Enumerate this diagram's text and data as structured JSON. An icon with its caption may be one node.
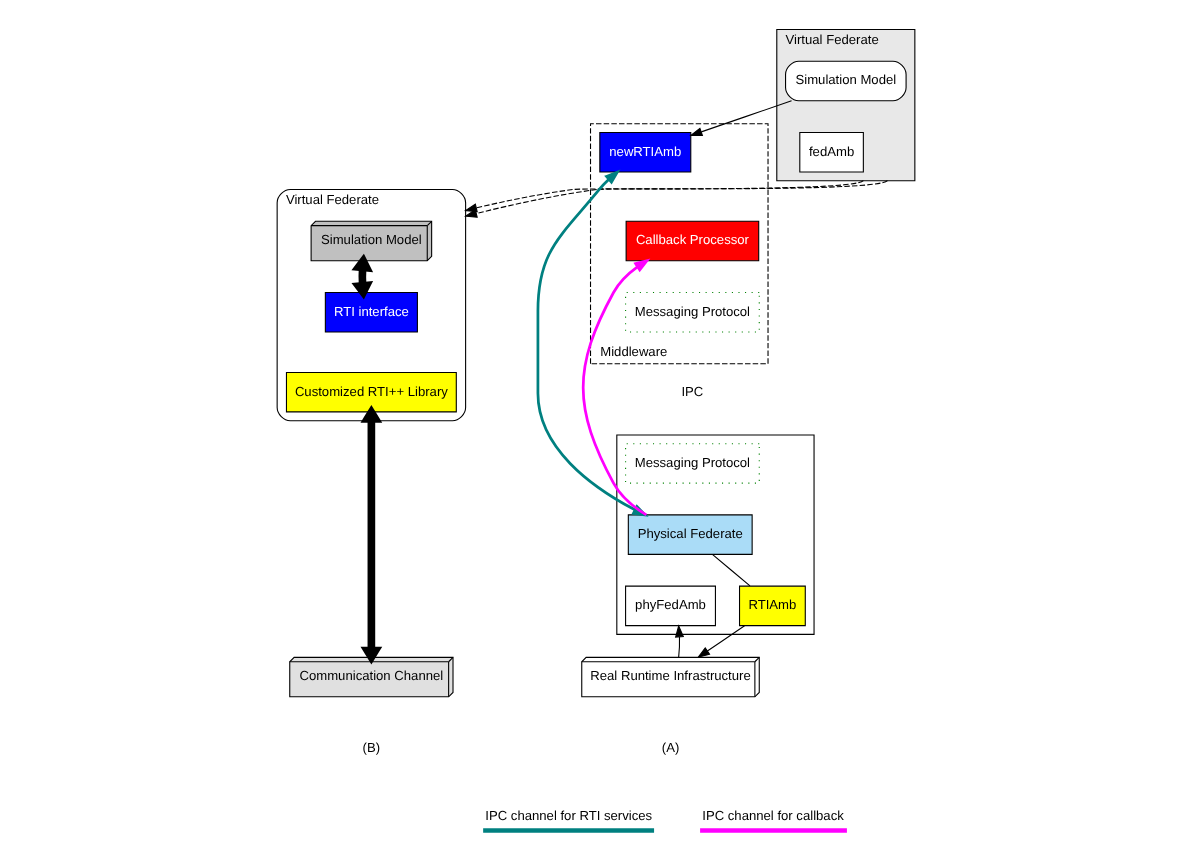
{
  "diagram": {
    "nodes": [
      {
        "text": [
          "Virtual Federate"
        ]
      },
      {
        "text": [
          "Simulation Model"
        ],
        "in": 0
      },
      {
        "text": [
          "Middleware"
        ]
      },
      {
        "text": [
          "fedAmb"
        ],
        "in": 0
      },
      {
        "text": [
          "newRTIAmb"
        ],
        "in": 2
      },
      {
        "text": [
          "Callback Processor"
        ],
        "in": 2
      },
      {
        "text": [
          "Messaging Protocol"
        ],
        "in": 2
      },
      {
        "text": [],
        "shape": "box"
      },
      {
        "text": [
          "Messaging Protocol"
        ],
        "in": 7
      },
      {
        "text": [
          "Physical Federate"
        ],
        "in": 7
      },
      {
        "text": [
          "phyFedAmb"
        ],
        "in": 7
      },
      {
        "text": [
          "RTIAmb"
        ],
        "in": 7
      },
      {
        "text": [
          "Real Runtime Infrastructure"
        ]
      },
      {
        "text": [
          "Virtual Federate"
        ]
      },
      {
        "text": [
          "Simulation Model"
        ],
        "in": 13
      },
      {
        "text": [
          "RTI interface"
        ],
        "in": 13
      },
      {
        "text": [
          "Customized RTI++ Library"
        ],
        "in": 13
      },
      {
        "text": [
          "Communication Channel"
        ]
      }
    ],
    "edges": [
      {
        "from": 1,
        "to": 4,
        "arrow": "to"
      },
      {
        "from": 4,
        "to": 9,
        "arrow": "both",
        "color": "#008080"
      },
      {
        "from": 9,
        "to": 5,
        "arrow": "to",
        "color": "#ff00ff"
      },
      {
        "from": 9,
        "to": 11,
        "arrow": "none"
      },
      {
        "from": 11,
        "to": 12,
        "arrow": "to"
      },
      {
        "from": 12,
        "to": 10,
        "arrow": "to"
      },
      {
        "from": 0,
        "to": 13,
        "arrow": "to",
        "style": "dashed"
      },
      {
        "from": 0,
        "to": 13,
        "arrow": "to",
        "style": "dashed"
      },
      {
        "from": 14,
        "to": 15,
        "arrow": "both",
        "style": "thick"
      },
      {
        "from": 16,
        "to": 17,
        "arrow": "both",
        "style": "thick"
      }
    ],
    "labels": [
      "IPC",
      "(A)",
      "(B)"
    ],
    "legend": [
      {
        "text": "IPC channel for RTI services"
      },
      {
        "text": "IPC channel for callback"
      }
    ]
  }
}
